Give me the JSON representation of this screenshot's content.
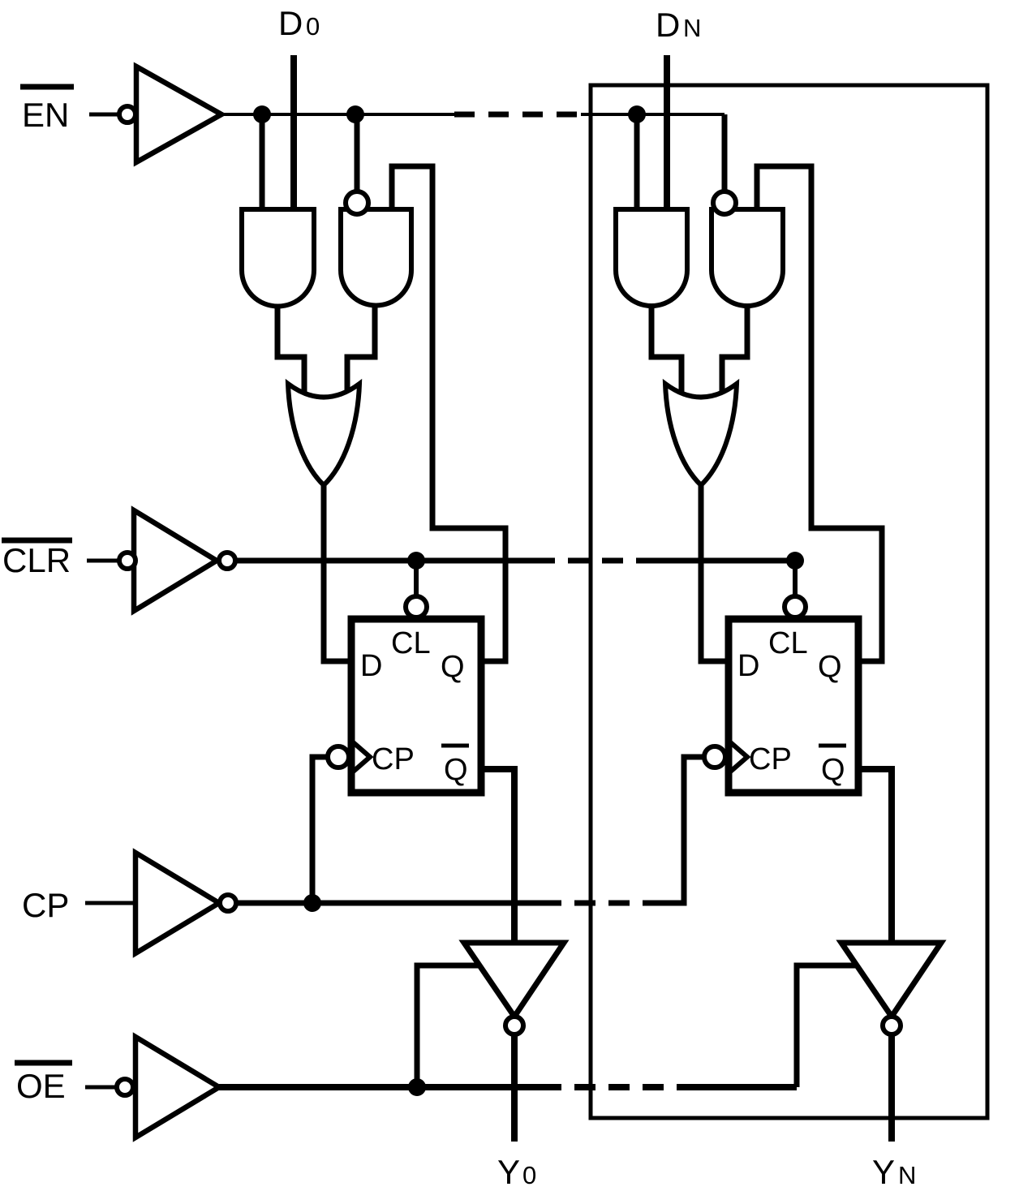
{
  "figure": {
    "type": "logic-diagram",
    "description": "Logic diagram of an N-bit D-type register with active-low enable and clear, inverted clock, and tri-state outputs. Bit 0 cell is drawn explicitly; the repeated bit-N cell is enclosed in a rectangle and joined by dashed trunk lines.",
    "colors": {
      "ink": "#000000",
      "background": "#ffffff"
    }
  },
  "signals": {
    "en": {
      "label": "EN",
      "active_low": true
    },
    "clr": {
      "label": "CLR",
      "active_low": true
    },
    "cp": {
      "label": "CP",
      "active_low": false
    },
    "oe": {
      "label": "OE",
      "active_low": true
    },
    "d0": {
      "main": "D",
      "sub": "0"
    },
    "dn": {
      "main": "D",
      "sub": "N"
    },
    "y0": {
      "main": "Y",
      "sub": "0"
    },
    "yn": {
      "main": "Y",
      "sub": "N"
    }
  },
  "flip_flop": {
    "d": "D",
    "cl": "CL",
    "q": "Q",
    "cp": "CP",
    "q_bar": "Q",
    "q_bar_overline": true
  },
  "cells": [
    {
      "name": "bit-0",
      "data_input": "D0",
      "output": "Y0",
      "boxed": false
    },
    {
      "name": "bit-N",
      "data_input": "DN",
      "output": "YN",
      "boxed": true
    }
  ],
  "gates_per_cell": [
    "and2",
    "and2-with-inverted-input",
    "or2",
    "d-flip-flop-with-clear",
    "tristate-inverting-buffer"
  ],
  "input_inverters": [
    "en-inverter",
    "clr-inverter",
    "cp-inverter",
    "oe-inverter"
  ]
}
